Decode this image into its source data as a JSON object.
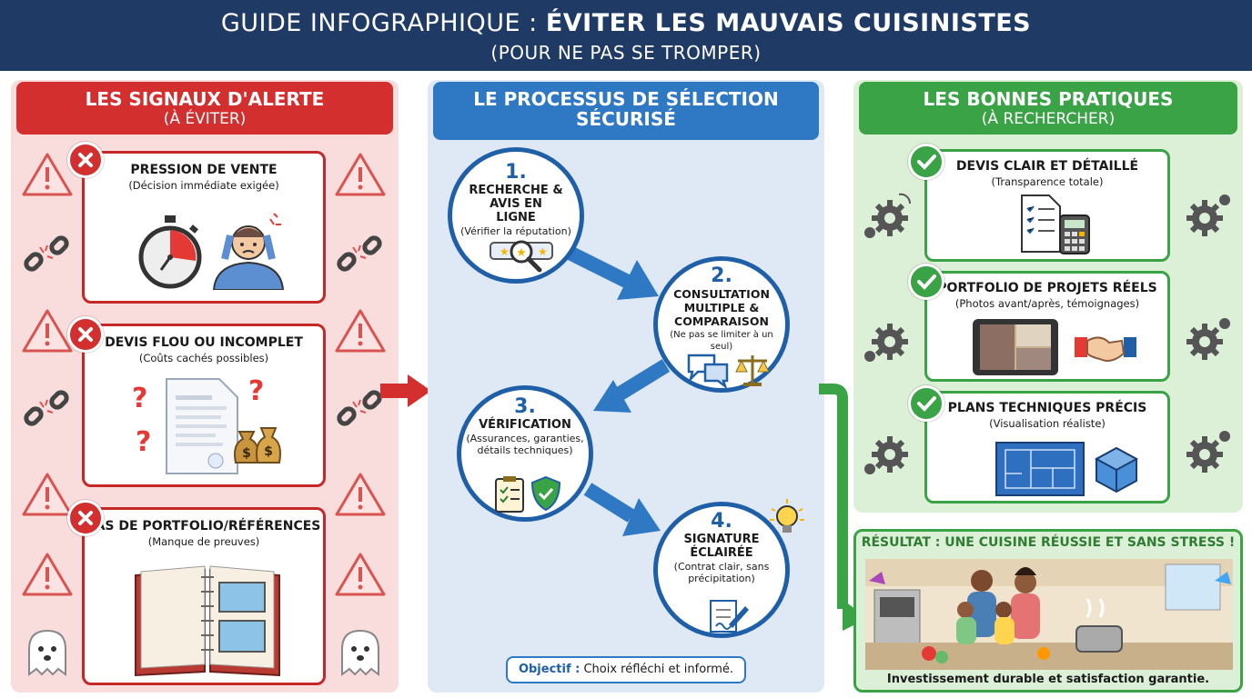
{
  "header": {
    "title_prefix": "GUIDE INFOGRAPHIQUE : ",
    "title_bold": "ÉVITER LES MAUVAIS CUISINISTES",
    "subtitle": "(POUR NE PAS SE TROMPER)"
  },
  "left": {
    "title": "LES SIGNAUX D'ALERTE",
    "subtitle": "(À ÉVITER)",
    "cards": [
      {
        "title": "PRESSION DE VENTE",
        "sub": "(Décision immédiate exigée)"
      },
      {
        "title": "DEVIS FLOU OU INCOMPLET",
        "sub": "(Coûts cachés possibles)"
      },
      {
        "title": "PAS DE PORTFOLIO/RÉFÉRENCES",
        "sub": "(Manque de preuves)"
      }
    ]
  },
  "middle": {
    "title_l1": "LE PROCESSUS DE SÉLECTION",
    "title_l2": "SÉCURISÉ",
    "steps": [
      {
        "num": "1.",
        "title": "RECHERCHE & AVIS EN LIGNE",
        "sub": "(Vérifier la réputation)"
      },
      {
        "num": "2.",
        "title": "CONSULTATION MULTIPLE & COMPARAISON",
        "sub": "(Ne pas se limiter à un seul)"
      },
      {
        "num": "3.",
        "title": "VÉRIFICATION",
        "sub": "(Assurances, garanties, détails techniques)"
      },
      {
        "num": "4.",
        "title": "SIGNATURE ÉCLAIRÉE",
        "sub": "(Contrat clair, sans précipitation)"
      }
    ],
    "objectif_label": "Objectif :",
    "objectif_text": " Choix réfléchi et informé."
  },
  "right": {
    "title": "LES BONNES PRATIQUES",
    "subtitle": "(À RECHERCHER)",
    "cards": [
      {
        "title": "DEVIS CLAIR ET DÉTAILLÉ",
        "sub": "(Transparence totale)"
      },
      {
        "title": "PORTFOLIO DE PROJETS RÉELS",
        "sub": "(Photos avant/après, témoignages)"
      },
      {
        "title": "PLANS TECHNIQUES PRÉCIS",
        "sub": "(Visualisation réaliste)"
      }
    ]
  },
  "result": {
    "title": "RÉSULTAT : UNE CUISINE RÉUSSIE ET SANS STRESS !",
    "footer": "Investissement durable et satisfaction garantie."
  },
  "colors": {
    "header": "#1f3b65",
    "alert_red": "#d32f2f",
    "process_blue": "#2f79c4",
    "good_green": "#3aa346"
  },
  "icons": [
    "close-icon",
    "warning-icon",
    "broken-chain-icon",
    "ghost-icon",
    "stopwatch-icon",
    "stressed-person-icon",
    "question-mark-icon",
    "document-icon",
    "money-bag-icon",
    "photo-album-icon",
    "star-rating-icon",
    "magnifier-icon",
    "chat-icon",
    "scales-icon",
    "checklist-icon",
    "shield-check-icon",
    "lightbulb-icon",
    "pen-contract-icon",
    "check-icon",
    "gear-icon",
    "calculator-icon",
    "tablet-icon",
    "handshake-icon",
    "blueprint-icon",
    "cube-icon",
    "family-kitchen-illustration",
    "arrow-icon"
  ]
}
